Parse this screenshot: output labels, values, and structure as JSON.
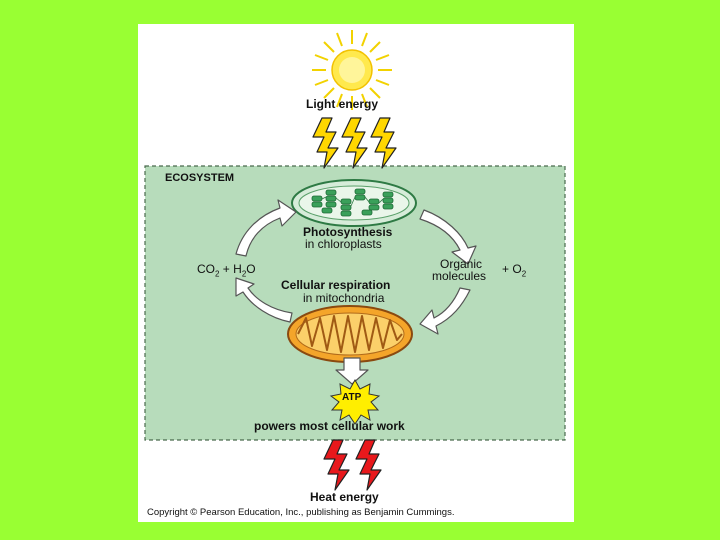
{
  "diagram": {
    "light_energy": "Light energy",
    "ecosystem": "ECOSYSTEM",
    "photosynthesis": "Photosynthesis",
    "photosynthesis_site": "in chloroplasts",
    "reactant_co2": "CO",
    "reactant_h2o": "H",
    "reactant_h2o_tail": "O",
    "subscript_2": "2",
    "plus": "+",
    "organic_line1": "Organic",
    "organic_line2": "molecules",
    "product_o2": "O",
    "respiration": "Cellular respiration",
    "respiration_site": "in mitochondria",
    "atp": "ATP",
    "powers": "powers most cellular work",
    "heat_energy": "Heat energy",
    "copyright": "Copyright © Pearson Education, Inc., publishing as Benjamin Cummings."
  },
  "colors": {
    "background": "#99ff33",
    "ecosystem_fill": "#b7dcbb",
    "sun": "#ffe94d",
    "bolt_yellow": "#ffd700",
    "bolt_red": "#e8181c",
    "mitochondrion": "#f4a52a",
    "chloroplast": "#3aa05a"
  }
}
